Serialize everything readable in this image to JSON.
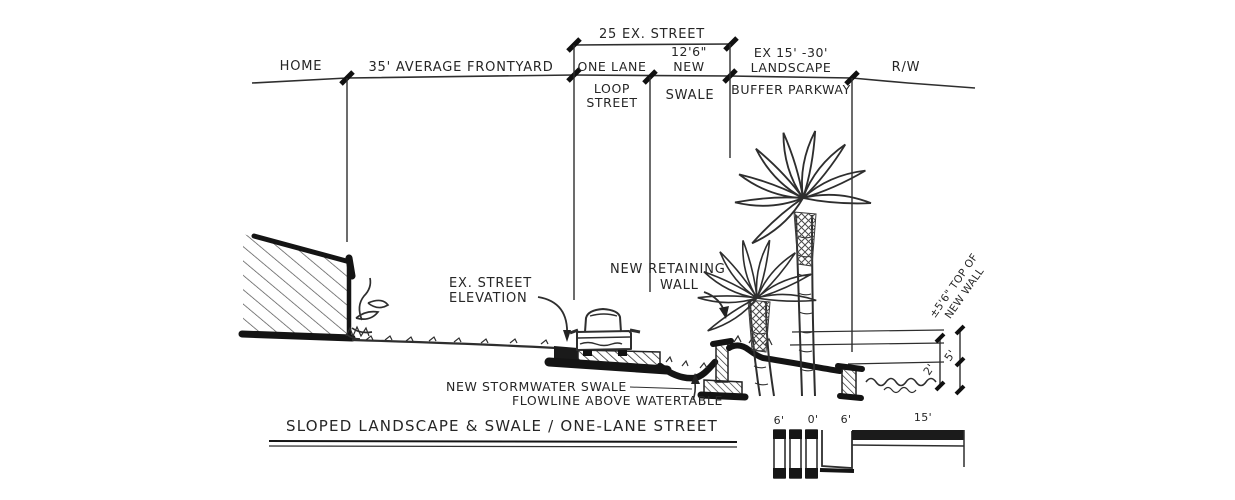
{
  "canvas": {
    "paper": "#ffffff",
    "ink": "#222222"
  },
  "dimension_bar": {
    "bracket_label": "25 EX. STREET",
    "home": "HOME",
    "frontyard": "35' AVERAGE FRONTYARD",
    "one_lane": "ONE LANE",
    "loop": "LOOP",
    "loop_street": "STREET",
    "new_width": "12'6\"",
    "new_word": "NEW",
    "swale": "SWALE",
    "landscape_range": "EX 15' -30'",
    "landscape": "LANDSCAPE",
    "buffer_parkway": "BUFFER PARKWAY",
    "right_of_way": "R/W"
  },
  "callouts": {
    "street_elevation_line1": "EX. STREET",
    "street_elevation_line2": "ELEVATION",
    "retaining_line1": "NEW RETAINING",
    "retaining_line2": "WALL",
    "stormwater_line1": "NEW STORMWATER SWALE",
    "stormwater_line2": "FLOWLINE ABOVE WATERTABLE",
    "wall_note_line1": "±5'6\" TOP OF",
    "wall_note_line2": "NEW WALL",
    "dim_2ft": "2'",
    "dim_5ft": "5'"
  },
  "title": "SLOPED LANDSCAPE & SWALE / ONE-LANE STREET",
  "scale_bar": {
    "labels": [
      "6'",
      "0'",
      "6'",
      "15'"
    ]
  }
}
